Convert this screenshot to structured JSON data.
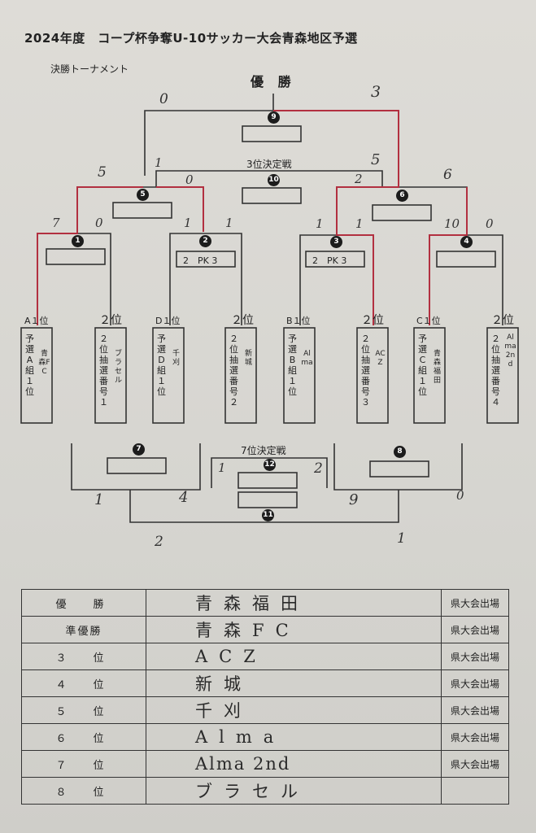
{
  "title": "2024年度　コープ杯争奪U-10サッカー大会青森地区予選",
  "subtitle": "決勝トーナメント",
  "champion_label": "優 勝",
  "third_place_label": "3位決定戦",
  "seventh_place_label": "7位決定戦",
  "match_numbers": [
    "1",
    "2",
    "3",
    "4",
    "5",
    "6",
    "7",
    "8",
    "9",
    "10",
    "11",
    "12"
  ],
  "scores": {
    "m1_left": "7",
    "m1_right": "0",
    "m2_left": "1",
    "m2_right": "1",
    "m3_left": "1",
    "m3_right": "1",
    "m4_left": "10",
    "m4_right": "0",
    "m5_left": "5",
    "m5_right": "0",
    "m6_left": "2",
    "m6_right": "6",
    "final_left": "0",
    "final_right": "3",
    "third_left": "1",
    "third_right": "5",
    "m7_left": "1",
    "m7_right": "4",
    "m8_left": "9",
    "m8_right": "0",
    "seventh_left": "1",
    "seventh_right": "2",
    "m11_left": "2",
    "m11_right": "1"
  },
  "pk": {
    "m2": "2　PK 3",
    "m3": "2　PK 3"
  },
  "slots": [
    {
      "rank": "A１位",
      "team": "予選A組１位",
      "name": "青森FC"
    },
    {
      "rank": "２位",
      "team": "２位抽選番号１",
      "name": "ブラセル"
    },
    {
      "rank": "D１位",
      "team": "予選D組１位",
      "name": "千刈"
    },
    {
      "rank": "２位",
      "team": "２位抽選番号２",
      "name": "新城"
    },
    {
      "rank": "B１位",
      "team": "予選B組１位",
      "name": "Alma"
    },
    {
      "rank": "２位",
      "team": "２位抽選番号３",
      "name": "ACZ"
    },
    {
      "rank": "C１位",
      "team": "予選C組１位",
      "name": "青森福田"
    },
    {
      "rank": "２位",
      "team": "２位抽選番号４",
      "name": "Alma 2nd"
    }
  ],
  "results": [
    {
      "rank": "優　勝",
      "team": "青森福田",
      "status": "県大会出場"
    },
    {
      "rank": "準優勝",
      "team": "青森FC",
      "status": "県大会出場"
    },
    {
      "rank": "３　位",
      "team": "ACZ",
      "status": "県大会出場"
    },
    {
      "rank": "４　位",
      "team": "新城",
      "status": "県大会出場"
    },
    {
      "rank": "５　位",
      "team": "千刈",
      "status": "県大会出場"
    },
    {
      "rank": "６　位",
      "team": "Alma",
      "status": "県大会出場"
    },
    {
      "rank": "７　位",
      "team": "Alma 2nd",
      "status": "県大会出場"
    },
    {
      "rank": "８　位",
      "team": "ブラセル",
      "status": ""
    }
  ]
}
